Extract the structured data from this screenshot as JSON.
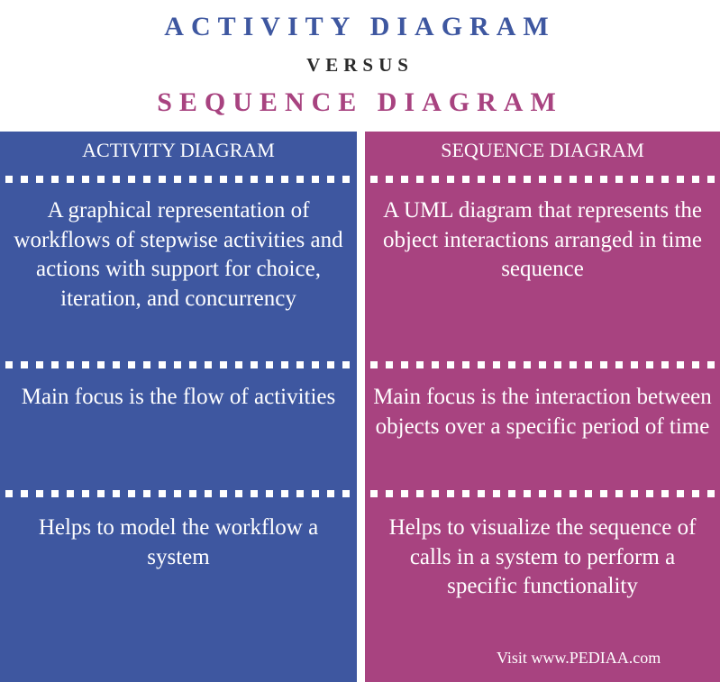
{
  "header": {
    "title": "ACTIVITY DIAGRAM",
    "versus": "VERSUS",
    "subtitle": "SEQUENCE DIAGRAM"
  },
  "columns": [
    {
      "heading": "ACTIVITY DIAGRAM",
      "rows": [
        "A graphical representation of workflows of stepwise activities and actions with support for choice, iteration, and concurrency",
        "Main focus is the flow of activities",
        "Helps to model the workflow a system"
      ]
    },
    {
      "heading": "SEQUENCE DIAGRAM",
      "rows": [
        "A UML diagram that represents the object interactions arranged in time sequence",
        "Main focus is the interaction between objects over a specific period of time",
        "Helps to visualize the sequence of calls in a system to perform a specific functionality"
      ]
    }
  ],
  "footer": {
    "credit": "Visit www.PEDIAA.com"
  },
  "colors": {
    "activity": "#3e57a0",
    "sequence": "#a84380",
    "versus": "#2b2b2b",
    "background": "#ffffff"
  }
}
